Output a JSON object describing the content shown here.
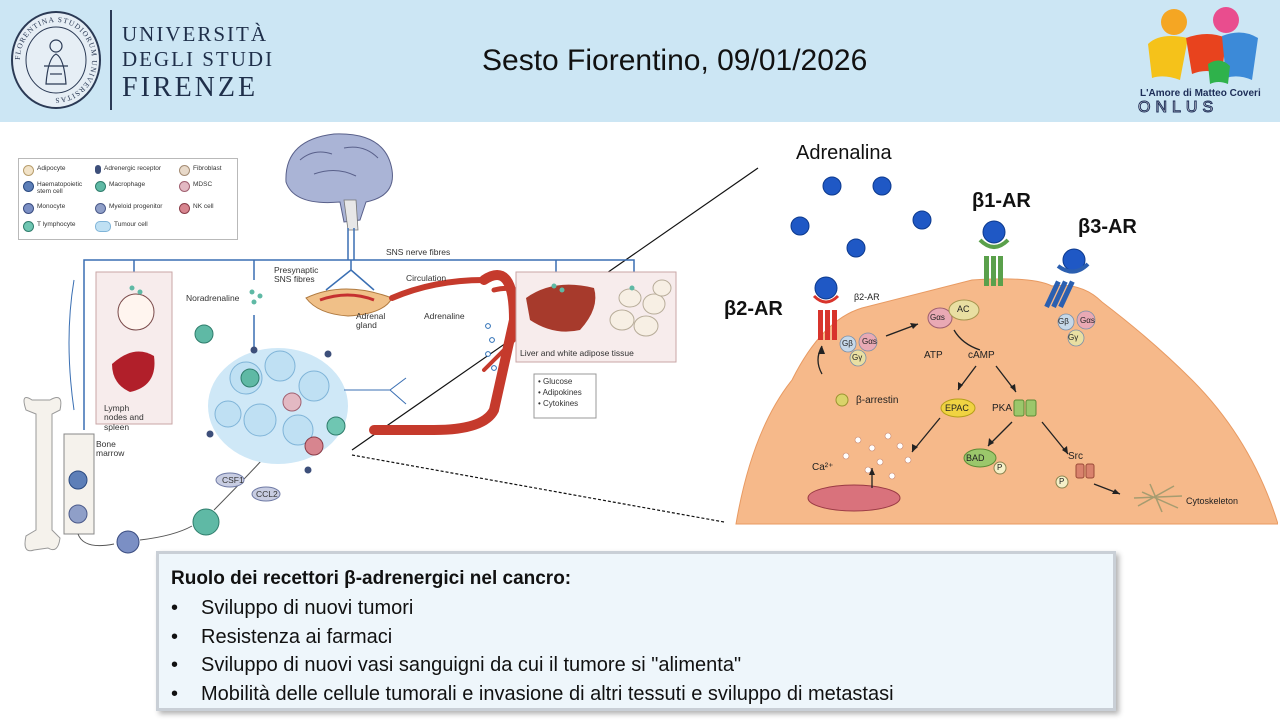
{
  "header": {
    "title": "Sesto Fiorentino, 09/01/2026",
    "university": {
      "line1": "UNIVERSITÀ",
      "line2": "DEGLI STUDI",
      "line3": "FIRENZE",
      "seal_text": "FLORENTINA STUDIORUM UNIVERSITAS"
    },
    "onlus": {
      "name": "L'Amore di Matteo Coveri",
      "subtitle": "ONLUS"
    }
  },
  "left_diagram": {
    "legend": [
      {
        "label": "Adipocyte",
        "color": "#f2e3c8"
      },
      {
        "label": "Adrenergic receptor",
        "color": "#3d4f7a"
      },
      {
        "label": "Fibroblast",
        "color": "#e8d9c9"
      },
      {
        "label": "Haematopoietic stem cell",
        "color": "#5d7fb8"
      },
      {
        "label": "Macrophage",
        "color": "#5fb9a5"
      },
      {
        "label": "MDSC",
        "color": "#e3b9c3"
      },
      {
        "label": "Monocyte",
        "color": "#7b8fc4"
      },
      {
        "label": "Myeloid progenitor",
        "color": "#8f9fc8"
      },
      {
        "label": "NK cell",
        "color": "#d7858f"
      },
      {
        "label": "T lymphocyte",
        "color": "#6fc6b2"
      },
      {
        "label": "Tumour cell",
        "color": "#bfe0f3"
      }
    ],
    "labels": {
      "presynaptic": "Presynaptic SNS fibres",
      "sns_nerve": "SNS nerve fibres",
      "noradrenaline": "Noradrenaline",
      "circulation": "Circulation",
      "adrenal": "Adrenal gland",
      "adrenaline": "Adrenaline",
      "liver": "Liver and white adipose tissue",
      "lymph": "Lymph nodes and spleen",
      "bone": "Bone marrow",
      "csf1": "CSF1",
      "ccl2": "CCL2",
      "factors": [
        "• Glucose",
        "• Adipokines",
        "• Cytokines"
      ]
    }
  },
  "right_diagram": {
    "adrenalina": "Adrenalina",
    "b1": "β1-AR",
    "b2": "β2-AR",
    "b3": "β3-AR",
    "small_b2": "β2-AR",
    "ac": "AC",
    "ga_s": "Gαs",
    "gb": "Gβ",
    "gg": "Gγ",
    "atp": "ATP",
    "camp": "cAMP",
    "epac": "EPAC",
    "pka": "PKA",
    "bad": "BAD",
    "src": "Src",
    "p": "P",
    "ca": "Ca²⁺",
    "b_arrestin": "β-arrestin",
    "cytoskeleton": "Cytoskeleton"
  },
  "info": {
    "title": "Ruolo dei recettori β-adrenergici nel cancro:",
    "items": [
      "Sviluppo di nuovi tumori",
      "Resistenza ai farmaci",
      "Sviluppo di nuovi vasi sanguigni da cui il tumore si \"alimenta\"",
      "Mobilità delle cellule tumorali e invasione di altri tessuti e sviluppo di metastasi"
    ],
    "bullet": "•"
  },
  "colors": {
    "header_bg": "#cce6f4",
    "cell_bg": "#f6b98a",
    "receptor_red": "#d8342c",
    "receptor_green": "#5aa04b",
    "receptor_blue": "#2b5fb0",
    "molecule_blue": "#1f58c5"
  }
}
